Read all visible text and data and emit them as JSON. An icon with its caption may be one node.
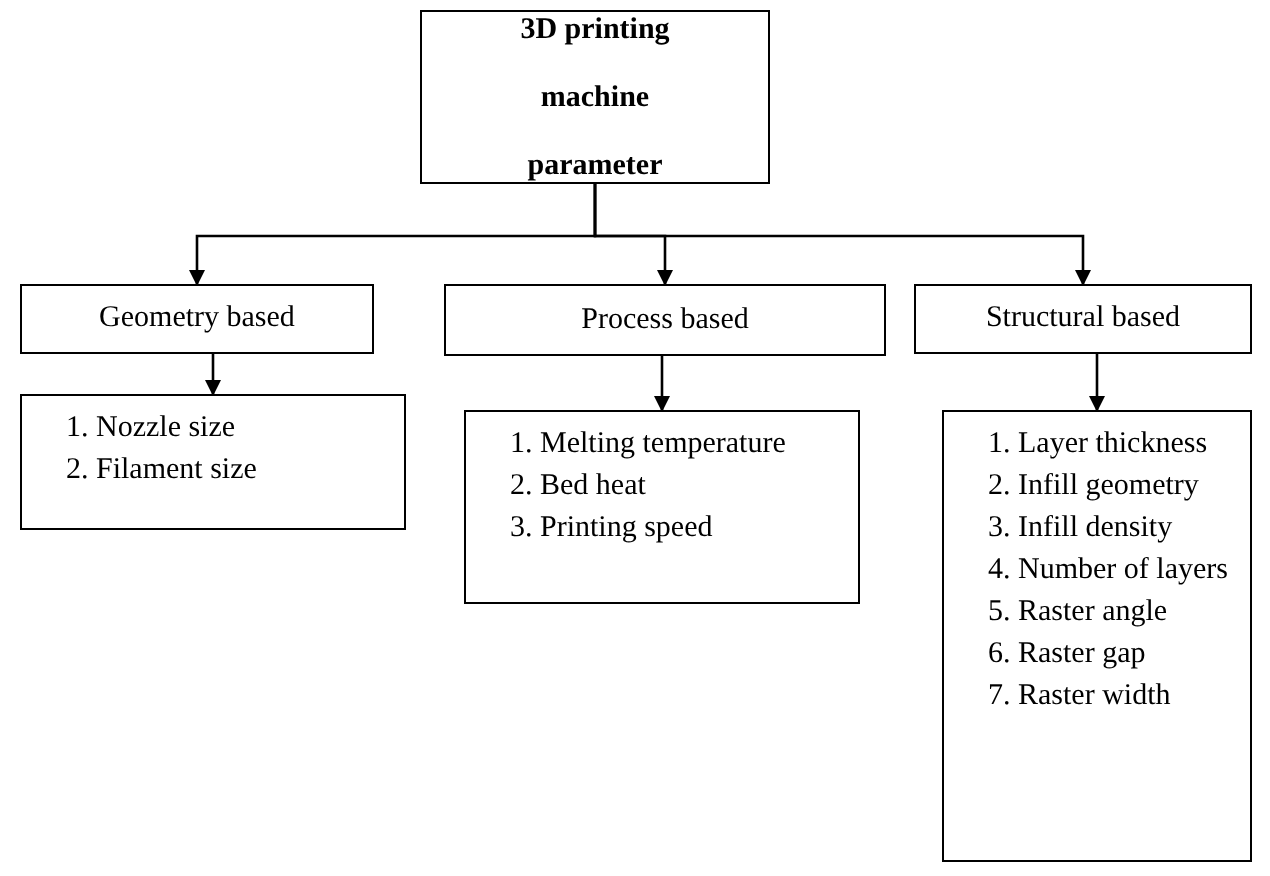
{
  "diagram": {
    "nodes": [
      {
        "text": [
          "3D printing machine parameter"
        ]
      },
      {
        "text": [
          "Geometry based"
        ]
      },
      {
        "text": [
          "Process based"
        ]
      },
      {
        "text": [
          "Structural based"
        ]
      },
      {
        "text": [
          "1. Nozzle size",
          "2. Filament size"
        ]
      },
      {
        "text": [
          "1. Melting temperature",
          "2. Bed heat",
          "3. Printing speed"
        ]
      },
      {
        "text": [
          "1. Layer thickness",
          "2. Infill geometry",
          "3. Infill density",
          "4. Number of layers",
          "5. Raster angle",
          "6. Raster gap",
          "7. Raster width"
        ]
      }
    ],
    "edges": [
      {
        "from": 0,
        "to": 1,
        "arrow": "to"
      },
      {
        "from": 0,
        "to": 2,
        "arrow": "to"
      },
      {
        "from": 0,
        "to": 3,
        "arrow": "to"
      },
      {
        "from": 1,
        "to": 4,
        "arrow": "to"
      },
      {
        "from": 2,
        "to": 5,
        "arrow": "to"
      },
      {
        "from": 3,
        "to": 6,
        "arrow": "to"
      }
    ]
  }
}
